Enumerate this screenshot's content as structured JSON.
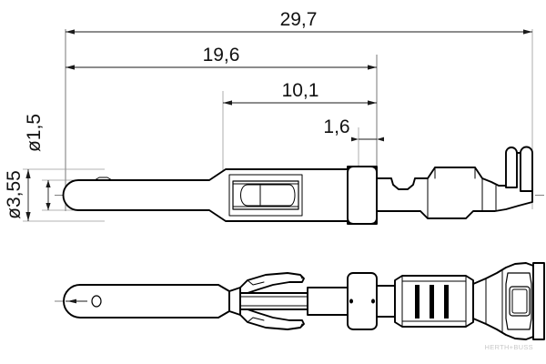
{
  "drawing": {
    "title": "Technical dimension drawing of an electrical crimp contact pin",
    "background_color": "#ffffff",
    "line_color": "#000000",
    "dim_color": "#1a1a1a",
    "ext_color": "#9a9a9a",
    "dimensions": {
      "overall_length": {
        "label": "29,7",
        "orientation": "horizontal",
        "name": "overall-length"
      },
      "body_length": {
        "label": "19,6",
        "orientation": "horizontal",
        "name": "body-length"
      },
      "rear_length": {
        "label": "10,1",
        "orientation": "horizontal",
        "name": "rear-length"
      },
      "collar_width": {
        "label": "1,6",
        "orientation": "horizontal",
        "name": "collar-width"
      },
      "outer_diameter": {
        "label": "ø3,55",
        "orientation": "vertical",
        "name": "outer-diameter"
      },
      "pin_diameter": {
        "label": "ø1,5",
        "orientation": "vertical",
        "name": "pin-diameter"
      }
    },
    "views": {
      "top": {
        "name": "top-view",
        "description": "plan view of contact pin"
      },
      "bottom": {
        "name": "side-view",
        "description": "side view of contact pin with crimp wings"
      }
    },
    "watermark": {
      "text": "HERTH+BUSS",
      "color": "#c9c9c9"
    }
  }
}
